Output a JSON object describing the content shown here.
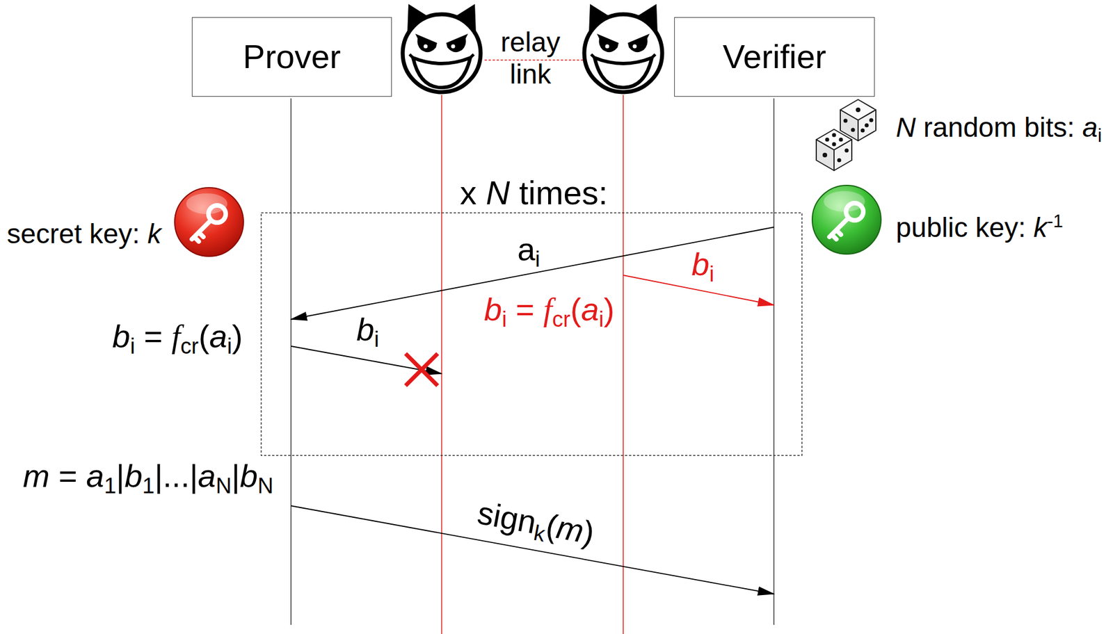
{
  "diagram": {
    "nodes": [
      {
        "text": [
          "Prover"
        ]
      },
      {
        "text": [
          "Verifier"
        ]
      }
    ],
    "labels": [
      "relay link",
      "N random bits: ai",
      "x N times:",
      "secret key: k",
      "public key: k-1",
      "ai",
      "bi",
      "bi = fcr(ai)",
      "bi = fcr(ai)",
      "bi",
      "m = a1|b1|...|aN|bN",
      "signk(m)"
    ]
  }
}
